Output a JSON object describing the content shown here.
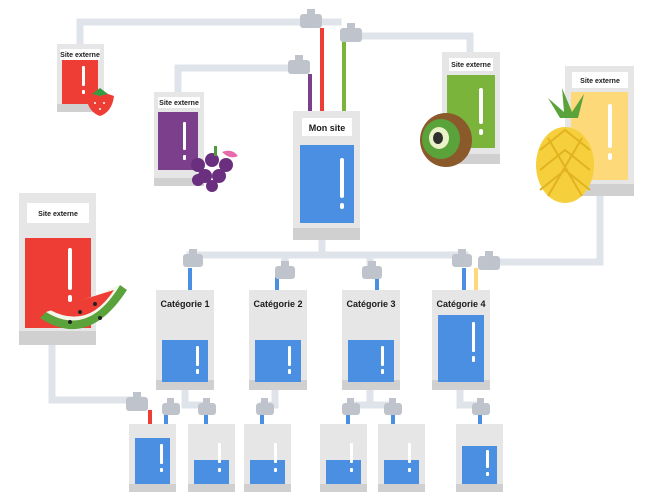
{
  "labels": {
    "main_site": "Mon site",
    "external": "Site externe",
    "categories": [
      "Catégorie 1",
      "Catégorie 2",
      "Catégorie 3",
      "Catégorie 4"
    ]
  },
  "colors": {
    "pipe": "#dfe3ea",
    "container": "#e6e6e6",
    "container_shade": "#d0d0d0",
    "blue": "#4a8fe2",
    "red": "#ee3d34",
    "purple": "#7b3f8c",
    "green": "#7ab43a",
    "yellow": "#fdd97a",
    "faucet": "#bfc4cc"
  },
  "icons": {
    "strawberry": "strawberry-icon",
    "grapes": "grapes-icon",
    "kiwi": "kiwi-icon",
    "pineapple": "pineapple-icon",
    "watermelon": "watermelon-icon"
  }
}
